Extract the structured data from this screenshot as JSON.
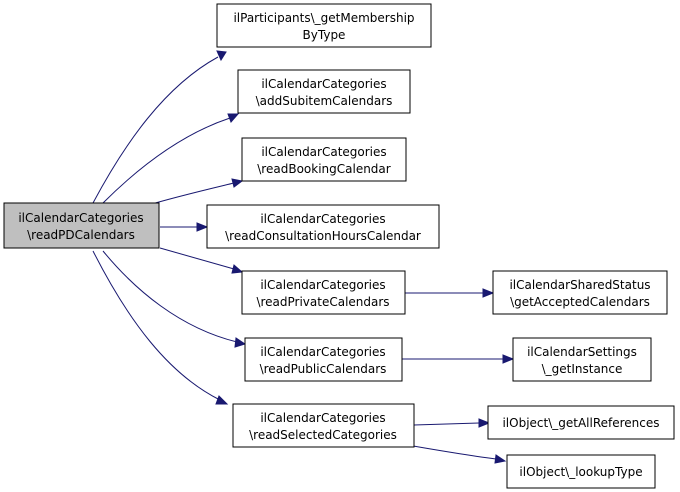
{
  "graph": {
    "nodes": {
      "root": {
        "line1": "ilCalendarCategories",
        "line2": "\\readPDCalendars"
      },
      "membership": {
        "line1": "ilParticipants\\_getMembership",
        "line2": "ByType"
      },
      "subitem": {
        "line1": "ilCalendarCategories",
        "line2": "\\addSubitemCalendars"
      },
      "booking": {
        "line1": "ilCalendarCategories",
        "line2": "\\readBookingCalendar"
      },
      "consultation": {
        "line1": "ilCalendarCategories",
        "line2": "\\readConsultationHoursCalendar"
      },
      "private": {
        "line1": "ilCalendarCategories",
        "line2": "\\readPrivateCalendars"
      },
      "public": {
        "line1": "ilCalendarCategories",
        "line2": "\\readPublicCalendars"
      },
      "selected": {
        "line1": "ilCalendarCategories",
        "line2": "\\readSelectedCategories"
      },
      "shared": {
        "line1": "ilCalendarSharedStatus",
        "line2": "\\getAcceptedCalendars"
      },
      "settings": {
        "line1": "ilCalendarSettings",
        "line2": "\\_getInstance"
      },
      "allrefs": {
        "line1": "ilObject\\_getAllReferences"
      },
      "lookup": {
        "line1": "ilObject\\_lookupType"
      }
    }
  }
}
